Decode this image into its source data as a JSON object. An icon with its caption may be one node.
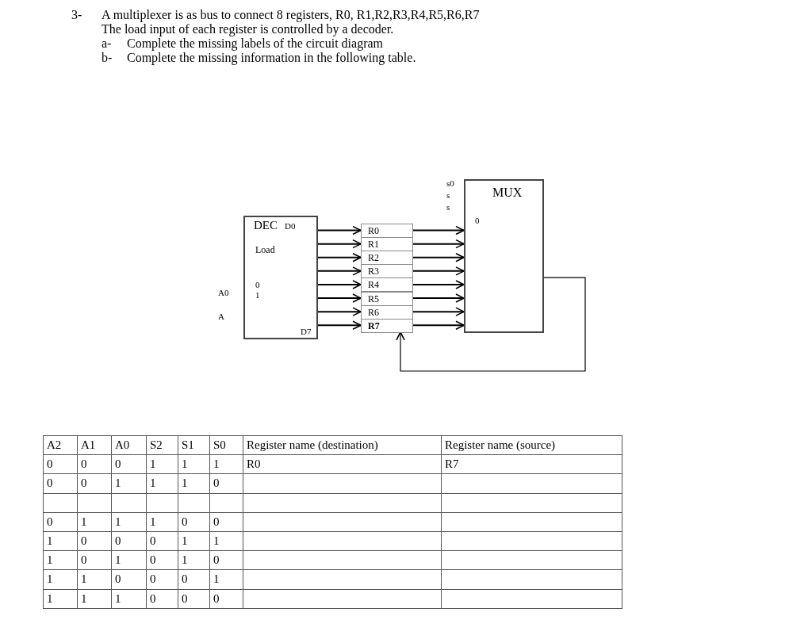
{
  "diagram": {
    "nodes": [
      {
        "text": [
          "DEC",
          "D0",
          "Load",
          "0",
          "1",
          "D7"
        ]
      },
      {
        "text": [
          "R0"
        ]
      },
      {
        "text": [
          "R1"
        ]
      },
      {
        "text": [
          "R2"
        ]
      },
      {
        "text": [
          "R3"
        ]
      },
      {
        "text": [
          "R4"
        ]
      },
      {
        "text": [
          "R5"
        ]
      },
      {
        "text": [
          "R6"
        ]
      },
      {
        "text": [
          "R7"
        ]
      },
      {
        "text": [
          "MUX",
          "0"
        ]
      }
    ],
    "edges": [
      {
        "from": 0,
        "to": 1,
        "arrow": "to"
      },
      {
        "from": 0,
        "to": 2,
        "arrow": "to"
      },
      {
        "from": 0,
        "to": 3,
        "arrow": "to"
      },
      {
        "from": 0,
        "to": 4,
        "arrow": "to"
      },
      {
        "from": 0,
        "to": 5,
        "arrow": "to"
      },
      {
        "from": 0,
        "to": 6,
        "arrow": "to"
      },
      {
        "from": 0,
        "to": 7,
        "arrow": "to"
      },
      {
        "from": 0,
        "to": 8,
        "arrow": "to"
      },
      {
        "from": 1,
        "to": 9,
        "arrow": "to"
      },
      {
        "from": 2,
        "to": 9,
        "arrow": "to"
      },
      {
        "from": 3,
        "to": 9,
        "arrow": "to"
      },
      {
        "from": 4,
        "to": 9,
        "arrow": "to"
      },
      {
        "from": 5,
        "to": 9,
        "arrow": "to"
      },
      {
        "from": 6,
        "to": 9,
        "arrow": "to"
      },
      {
        "from": 7,
        "to": 9,
        "arrow": "to"
      },
      {
        "from": 8,
        "to": 9,
        "arrow": "to"
      },
      {
        "from": 9,
        "to": 8,
        "arrow": "to"
      }
    ],
    "labels": [
      "3-",
      "A multiplexer is as bus to connect 8 registers, R0, R1,R2,R3,R4,R5,R6,R7",
      "The load input of each register is controlled by a decoder.",
      "a-",
      "Complete the missing labels of the circuit diagram",
      "b-",
      "Complete the missing information in the following table.",
      "A0",
      "A",
      "s0",
      "s",
      "s",
      "A2",
      "A1",
      "A0",
      "S2",
      "S1",
      "S0",
      "Register name (destination)",
      "Register name (source)",
      "0",
      "0",
      "0",
      "1",
      "1",
      "1",
      "R0",
      "R7",
      "0",
      "0",
      "1",
      "1",
      "1",
      "0",
      "0",
      "1",
      "1",
      "1",
      "0",
      "0",
      "1",
      "0",
      "0",
      "0",
      "1",
      "1",
      "1",
      "0",
      "1",
      "0",
      "1",
      "0",
      "1",
      "1",
      "0",
      "0",
      "0",
      "1",
      "1",
      "1",
      "1",
      "0",
      "0",
      "0"
    ]
  }
}
